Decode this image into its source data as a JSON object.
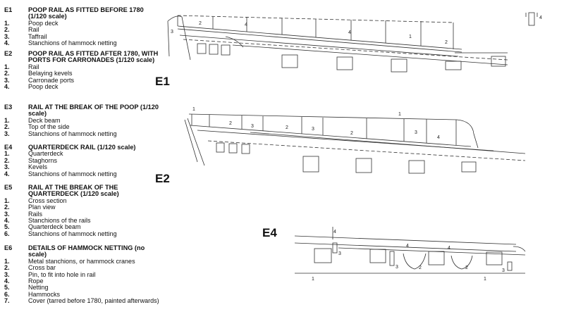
{
  "legend": [
    {
      "code": "E1",
      "title": "POOP RAIL AS FITTED BEFORE 1780 (1/120 scale)",
      "items": [
        {
          "n": "1.",
          "t": "Poop deck"
        },
        {
          "n": "2.",
          "t": "Rail"
        },
        {
          "n": "3.",
          "t": "Taffrail"
        },
        {
          "n": "4.",
          "t": "Stanchions of hammock netting"
        }
      ]
    },
    {
      "code": "E2",
      "title": "POOP RAIL AS FITTED AFTER 1780, WITH PORTS FOR CARRONADES (1/120 scale)",
      "items": [
        {
          "n": "1.",
          "t": "Rail"
        },
        {
          "n": "2.",
          "t": "Belaying kevels"
        },
        {
          "n": "3.",
          "t": "Carronade ports"
        },
        {
          "n": "4.",
          "t": "Poop deck"
        }
      ]
    },
    {
      "code": "E3",
      "title": "RAIL AT THE BREAK OF THE POOP (1/120 scale)",
      "items": [
        {
          "n": "1.",
          "t": "Deck beam"
        },
        {
          "n": "2.",
          "t": "Top of the side"
        },
        {
          "n": "3.",
          "t": "Stanchions of hammock netting"
        }
      ]
    },
    {
      "code": "E4",
      "title": "QUARTERDECK RAIL (1/120 scale)",
      "items": [
        {
          "n": "1.",
          "t": "Quarterdeck"
        },
        {
          "n": "2.",
          "t": "Staghorns"
        },
        {
          "n": "3.",
          "t": "Kevels"
        },
        {
          "n": "4.",
          "t": "Stanchions of hammock netting"
        }
      ]
    },
    {
      "code": "E5",
      "title": "RAIL AT THE BREAK OF THE QUARTERDECK (1/120 scale)",
      "items": [
        {
          "n": "1.",
          "t": "Cross section"
        },
        {
          "n": "2.",
          "t": "Plan view"
        },
        {
          "n": "3.",
          "t": "Rails"
        },
        {
          "n": "4.",
          "t": "Stanchions of the rails"
        },
        {
          "n": "5.",
          "t": "Quarterdeck beam"
        },
        {
          "n": "6.",
          "t": "Stanchions of hammock netting"
        }
      ]
    },
    {
      "code": "E6",
      "title": "DETAILS OF HAMMOCK NETTING (no scale)",
      "items": [
        {
          "n": "1.",
          "t": "Metal stanchions, or hammock cranes"
        },
        {
          "n": "2.",
          "t": "Cross bar"
        },
        {
          "n": "3.",
          "t": "Pin, to fit into hole in rail"
        },
        {
          "n": "4.",
          "t": "Rope"
        },
        {
          "n": "5.",
          "t": "Netting"
        },
        {
          "n": "6.",
          "t": "Hammocks"
        },
        {
          "n": "7.",
          "t": "Cover (tarred before 1780, painted afterwards)"
        }
      ]
    }
  ],
  "figures": {
    "e1": {
      "label": "E1",
      "callouts": [
        "3",
        "2",
        "4",
        "4",
        "1",
        "2",
        "4"
      ]
    },
    "e2": {
      "label": "E2",
      "callouts": [
        "1",
        "1",
        "2",
        "2",
        "2",
        "3",
        "3",
        "3",
        "4"
      ]
    },
    "e4": {
      "label": "E4",
      "callouts": [
        "4",
        "3",
        "4",
        "3",
        "2",
        "4",
        "2",
        "3",
        "1",
        "1"
      ]
    }
  }
}
